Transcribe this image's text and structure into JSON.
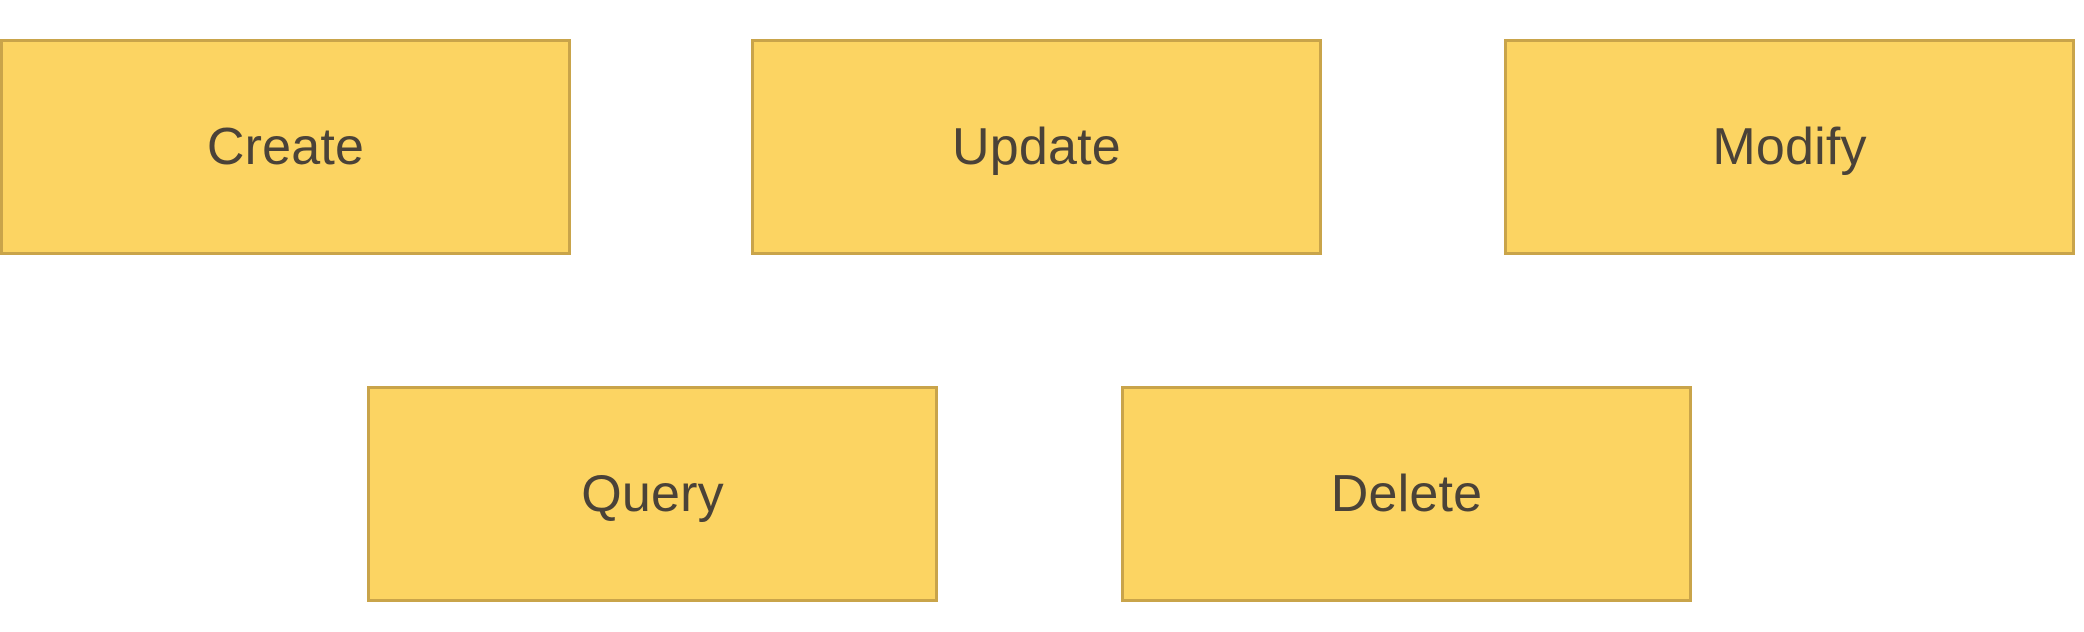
{
  "boxes": {
    "create": "Create",
    "update": "Update",
    "modify": "Modify",
    "query": "Query",
    "delete": "Delete"
  },
  "colors": {
    "box_fill": "#fcd462",
    "box_border": "#c9a44a",
    "text": "#4a4238",
    "background": "#ffffff"
  }
}
